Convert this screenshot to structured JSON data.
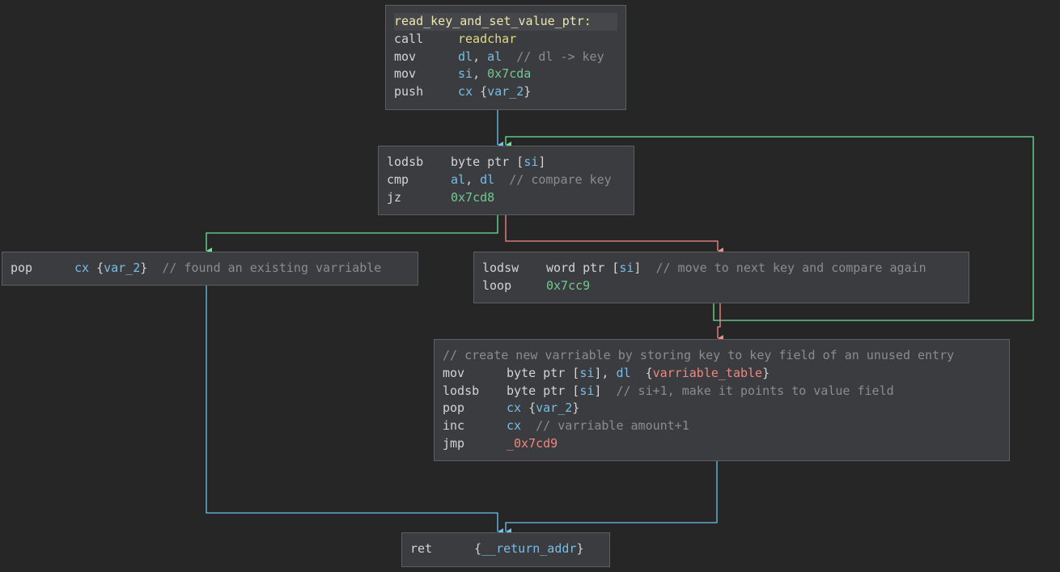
{
  "colors": {
    "background": "#262626",
    "block_bg": "#3b3c3f",
    "edge_unconditional": "#6cc4f0",
    "edge_true": "#6fe39a",
    "edge_false": "#f28c8c"
  },
  "blocks": [
    {
      "id": "entry",
      "lines": [
        [
          {
            "text": "read_key_and_set_value_ptr:",
            "cls": "t-label"
          }
        ],
        [
          {
            "text": "call",
            "mnemonic": true
          },
          {
            "text": "readchar",
            "cls": "t-sym"
          }
        ],
        [
          {
            "text": "mov",
            "mnemonic": true
          },
          {
            "text": "dl",
            "cls": "t-reg"
          },
          {
            "text": ", ",
            "cls": "t-plain"
          },
          {
            "text": "al",
            "cls": "t-reg"
          },
          {
            "text": "  // dl -> key",
            "cls": "t-cmt"
          }
        ],
        [
          {
            "text": "mov",
            "mnemonic": true
          },
          {
            "text": "si",
            "cls": "t-reg"
          },
          {
            "text": ", ",
            "cls": "t-plain"
          },
          {
            "text": "0x7cda",
            "cls": "t-num"
          }
        ],
        [
          {
            "text": "push",
            "mnemonic": true
          },
          {
            "text": "cx",
            "cls": "t-reg"
          },
          {
            "text": " {",
            "cls": "t-plain"
          },
          {
            "text": "var_2",
            "cls": "t-var"
          },
          {
            "text": "}",
            "cls": "t-plain"
          }
        ]
      ]
    },
    {
      "id": "loop-head",
      "lines": [
        [
          {
            "text": "lodsb",
            "mnemonic": true
          },
          {
            "text": "byte ptr [",
            "cls": "t-plain"
          },
          {
            "text": "si",
            "cls": "t-reg"
          },
          {
            "text": "]",
            "cls": "t-plain"
          }
        ],
        [
          {
            "text": "cmp",
            "mnemonic": true
          },
          {
            "text": "al",
            "cls": "t-reg"
          },
          {
            "text": ", ",
            "cls": "t-plain"
          },
          {
            "text": "dl",
            "cls": "t-reg"
          },
          {
            "text": "  // compare key",
            "cls": "t-cmt"
          }
        ],
        [
          {
            "text": "jz",
            "mnemonic": true
          },
          {
            "text": "0x7cd8",
            "cls": "t-num"
          }
        ]
      ]
    },
    {
      "id": "found",
      "lines": [
        [
          {
            "text": "pop",
            "mnemonic": true
          },
          {
            "text": "cx",
            "cls": "t-reg"
          },
          {
            "text": " {",
            "cls": "t-plain"
          },
          {
            "text": "var_2",
            "cls": "t-var"
          },
          {
            "text": "}",
            "cls": "t-plain"
          },
          {
            "text": "  // found an existing varriable",
            "cls": "t-cmt"
          }
        ]
      ]
    },
    {
      "id": "next-key",
      "lines": [
        [
          {
            "text": "lodsw",
            "mnemonic": true
          },
          {
            "text": "word ptr [",
            "cls": "t-plain"
          },
          {
            "text": "si",
            "cls": "t-reg"
          },
          {
            "text": "]",
            "cls": "t-plain"
          },
          {
            "text": "  // move to next key and compare again",
            "cls": "t-cmt"
          }
        ],
        [
          {
            "text": "loop",
            "mnemonic": true
          },
          {
            "text": "0x7cc9",
            "cls": "t-num"
          }
        ]
      ]
    },
    {
      "id": "create",
      "lines": [
        [
          {
            "text": "// create new varriable by storing key to key field of an unused entry",
            "cls": "t-cmt"
          }
        ],
        [
          {
            "text": "mov",
            "mnemonic": true
          },
          {
            "text": "byte ptr [",
            "cls": "t-plain"
          },
          {
            "text": "si",
            "cls": "t-reg"
          },
          {
            "text": "], ",
            "cls": "t-plain"
          },
          {
            "text": "dl",
            "cls": "t-reg"
          },
          {
            "text": "  {",
            "cls": "t-plain"
          },
          {
            "text": "varriable_table",
            "cls": "t-var2"
          },
          {
            "text": "}",
            "cls": "t-plain"
          }
        ],
        [
          {
            "text": "lodsb",
            "mnemonic": true
          },
          {
            "text": "byte ptr [",
            "cls": "t-plain"
          },
          {
            "text": "si",
            "cls": "t-reg"
          },
          {
            "text": "]",
            "cls": "t-plain"
          },
          {
            "text": "  // si+1, make it points to value field",
            "cls": "t-cmt"
          }
        ],
        [
          {
            "text": "pop",
            "mnemonic": true
          },
          {
            "text": "cx",
            "cls": "t-reg"
          },
          {
            "text": " {",
            "cls": "t-plain"
          },
          {
            "text": "var_2",
            "cls": "t-var"
          },
          {
            "text": "}",
            "cls": "t-plain"
          }
        ],
        [
          {
            "text": "inc",
            "mnemonic": true
          },
          {
            "text": "cx",
            "cls": "t-reg"
          },
          {
            "text": "  // varriable amount+1",
            "cls": "t-cmt"
          }
        ],
        [
          {
            "text": "jmp",
            "mnemonic": true
          },
          {
            "text": "_0x7cd9",
            "cls": "t-jmp"
          }
        ]
      ]
    },
    {
      "id": "ret",
      "lines": [
        [
          {
            "text": "ret",
            "mnemonic": true
          },
          {
            "text": "{",
            "cls": "t-plain"
          },
          {
            "text": "__return_addr",
            "cls": "t-var"
          },
          {
            "text": "}",
            "cls": "t-plain"
          }
        ]
      ]
    }
  ]
}
